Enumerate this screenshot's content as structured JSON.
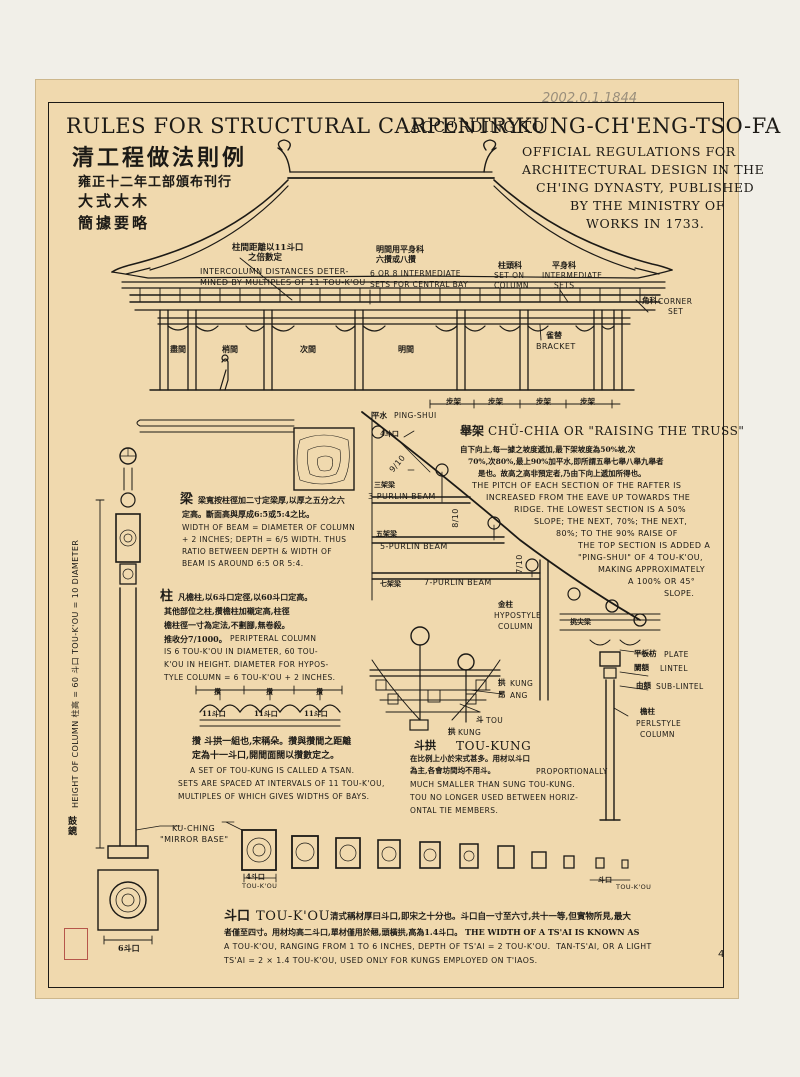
{
  "header": {
    "stamp": "2002.0.1.1844",
    "title_main": "RULES FOR STRUCTURAL CARPENTRY",
    "title_mid": "ACCORDING TO",
    "title_end": "KUNG-CH'ENG-TSO-FA",
    "chinese_title": "清工程做法則例",
    "chinese_sub1": "雍正十二年工部頒布刊行",
    "chinese_sub2": "大式大木",
    "chinese_sub3": "簡據要略",
    "official_lines": [
      "OFFICIAL REGULATIONS FOR",
      "ARCHITECTURAL DESIGN IN THE",
      "CH'ING DYNASTY, PUBLISHED",
      "BY THE MINISTRY OF",
      "WORKS IN 1733."
    ]
  },
  "elevation": {
    "intercolumn_cn1": "柱間距離以11斗口",
    "intercolumn_cn2": "之倍數定",
    "intercolumn_en1": "INTERCOLUMN DISTANCES DETER-",
    "intercolumn_en2": "MINED BY MULTIPLES OF 11 TOU-K'OU",
    "central_cn1": "明間用平身科",
    "central_cn2": "六攢或八攢",
    "central_en1": "6 OR 8 INTERMEDIATE",
    "central_en2": "SETS FOR CENTRAL BAY",
    "column_set_cn": "柱頭科",
    "column_set_en1": "SET ON",
    "column_set_en2": "COLUMN",
    "inter_sets_cn": "平身科",
    "inter_sets_en1": "INTERMEDIATE",
    "inter_sets_en2": "SETS",
    "corner_cn": "角科",
    "corner_en1": "CORNER",
    "corner_en2": "SET",
    "bracket_cn": "雀替",
    "bracket_en": "BRACKET",
    "bays": [
      "盡間",
      "梢間",
      "次間",
      "明間"
    ]
  },
  "chu_chia": {
    "steps": [
      "步架",
      "步架",
      "步架",
      "步架"
    ],
    "ping_shui_cn": "平水",
    "ping_shui_en": "PING-SHUI",
    "heading_cn": "舉架",
    "heading_en": "CHÜ-CHIA OR \"RAISING THE TRUSS\"",
    "cn_lines": [
      "自下向上,每一據之坡度遞加,最下架坡度為50%坡,次",
      "70%,次80%,最上90%加平水,即所謂五舉七舉八舉九舉者",
      "是也。故高之高非預定者,乃由下向上遞加所得也。"
    ],
    "en_lines": [
      "THE PITCH OF EACH SECTION OF THE RAFTER IS",
      "INCREASED FROM THE EAVE UP TOWARDS THE",
      "RIDGE. THE LOWEST SECTION IS A 50%",
      "SLOPE; THE NEXT, 70%; THE NEXT,",
      "80%; TO THE 90% RAISE OF",
      "THE TOP SECTION IS ADDED A",
      "\"PING-SHUI\" OF 4 TOU-K'OU,",
      "MAKING APPROXIMATELY",
      "A 100% OR 45°",
      "SLOPE."
    ],
    "purlin3_cn": "三架梁",
    "purlin3_en": "3-PURLIN BEAM",
    "purlin5_cn": "五架梁",
    "purlin5_en": "5-PURLIN BEAM",
    "purlin7_cn": "七架梁",
    "purlin7_en": "7-PURLIN BEAM",
    "pct_90": "9/10",
    "pct_80": "8/10",
    "pct_70": "7/10",
    "four_tk": "4斗口"
  },
  "beam": {
    "cn_head": "梁",
    "cn1": "梁寬按柱徑加二寸定梁厚,以厚之五分之六",
    "cn2": "定高。斷面高與厚成6:5或5:4之比。",
    "en_lines": [
      "WIDTH OF BEAM = DIAMETER OF COLUMN",
      "+ 2 INCHES; DEPTH = 6/5 WIDTH. THUS",
      "RATIO BETWEEN DEPTH & WIDTH OF",
      "BEAM IS AROUND 6:5 OR 5:4."
    ]
  },
  "column": {
    "cn_head": "柱",
    "cn_lines": [
      "凡檐柱,以6斗口定徑,以60斗口定高。",
      "其他部位之柱,攢檐柱加襯定高,柱徑",
      "檐柱徑一寸為定法,不劃腳,無卷殺。",
      "推收分7/1000。"
    ],
    "en_lines": [
      "PERIPTERAL COLUMN",
      "IS 6 TOU-K'OU IN DIAMETER, 60 TOU-",
      "K'OU IN HEIGHT. DIAMETER FOR HYPOS-",
      "TYLE COLUMN = 6 TOU-K'OU + 2 INCHES."
    ],
    "height_label": "HEIGHT OF COLUMN 柱高 = 60 斗口 TOU-K'OU = 10 DIAMETER",
    "drum_cn": "鼓鏡",
    "ku_ching1": "KU-CHING",
    "ku_ching2": "\"MIRROR BASE\"",
    "six_tk": "6斗口"
  },
  "tsan": {
    "markers": [
      "攢",
      "攢",
      "攢"
    ],
    "spacing": [
      "11斗口",
      "11斗口",
      "11斗口"
    ],
    "cn1": "攢 斗拱一組也,宋稱朵。攢與攢間之距離",
    "cn2": "定為十一斗口,開間面闊以攢數定之。",
    "en_lines": [
      "A SET OF TOU-KUNG IS CALLED A TSAN.",
      "SETS ARE SPACED AT INTERVALS OF 11 TOU-K'OU,",
      "MULTIPLES OF WHICH GIVES WIDTHS OF BAYS."
    ]
  },
  "tou_kung": {
    "heading_cn": "斗拱",
    "heading_en": "TOU-KUNG",
    "cn1": "在比例上小於宋式甚多。用材以斗口",
    "cn2": "為主,各會坊間均不用斗。",
    "en_lines": [
      "PROPORTIONALLY",
      "MUCH SMALLER THAN SUNG TOU-KUNG.",
      "TOU NO LONGER USED BETWEEN HORIZ-",
      "ONTAL TIE MEMBERS."
    ],
    "kung_cn": "拱",
    "kung_en": "KUNG",
    "ang_cn": "昂",
    "ang_en": "ANG",
    "tou_cn": "斗",
    "tou_en": "TOU",
    "kung2_cn": "拱",
    "kung2_en": "KUNG"
  },
  "structure": {
    "hypostyle_cn": "金柱",
    "hypostyle_en1": "HYPOSTYLE",
    "hypostyle_en2": "COLUMN",
    "beam_cn": "挑尖梁",
    "plate_cn": "平板枋",
    "plate_en": "PLATE",
    "lintel_cn": "闌額",
    "lintel_en": "LINTEL",
    "sublintel_cn": "由額",
    "sublintel_en": "SUB-LINTEL",
    "perlstyle_cn": "檐柱",
    "perlstyle_en1": "PERLSTYLE",
    "perlstyle_en2": "COLUMN"
  },
  "tou_kou": {
    "scale_label1": "4斗口",
    "scale_label2": "TOU-K'OU",
    "scale_label3": "斗口",
    "scale_label4": "TOU-K'OU",
    "heading_cn": "斗口",
    "heading_en": "TOU-K'OU",
    "line1": "清式稱材厚曰斗口,即宋之十分也。斗口自一寸至六寸,共十一等,但實物所見,最大",
    "line2": "者僅至四寸。用材均高二斗口,單材僅用於翹,頭橫拱,高為1.4斗口。 THE WIDTH OF A TS'AI IS KNOWN AS",
    "line3": "A TOU-K'OU, RANGING FROM 1 TO 6 INCHES, DEPTH OF TS'AI = 2 TOU-K'OU.  TAN-TS'AI, OR A LIGHT",
    "line4": "TS'AI = 2 × 1.4 TOU-K'OU, USED ONLY FOR KUNGS EMPLOYED ON T'IAOS."
  },
  "page_number": "4",
  "colors": {
    "paper": "#f0d9ae",
    "ink": "#1c1a16",
    "seal": "#b6564a",
    "background": "#f1efe8"
  }
}
